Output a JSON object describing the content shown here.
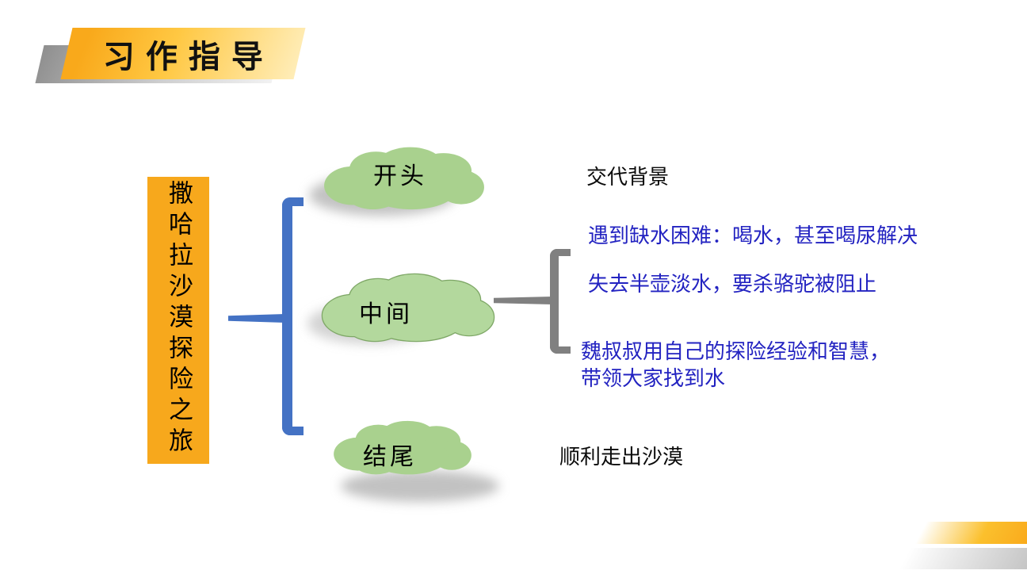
{
  "slide": {
    "title": "习作指导",
    "topic": "撒哈拉沙漠探险之旅",
    "nodes": [
      {
        "label": "开头",
        "note": "交代背景"
      },
      {
        "label": "中间",
        "details": [
          {
            "lines": [
              "遇到缺水困难：喝水，甚至喝尿解决"
            ]
          },
          {
            "lines": [
              "失去半壶淡水，要杀骆驼被阻止"
            ]
          },
          {
            "lines": [
              "魏叔叔用自己的探险经验和智慧，",
              "带领大家找到水"
            ]
          }
        ]
      },
      {
        "label": "结尾",
        "note": "顺利走出沙漠"
      }
    ],
    "colors": {
      "topic_box": "#F7A81C",
      "title_yellow": "#F9A91B",
      "cloud_fill": "#A9D18E",
      "cloud_mid_fill": "#B3D89D",
      "cloud_outline": "#7EA766",
      "main_bracket": "#4472C4",
      "detail_bracket": "#808080",
      "detail_text": "#2323C1",
      "note_text": "#0B0B0B"
    }
  }
}
